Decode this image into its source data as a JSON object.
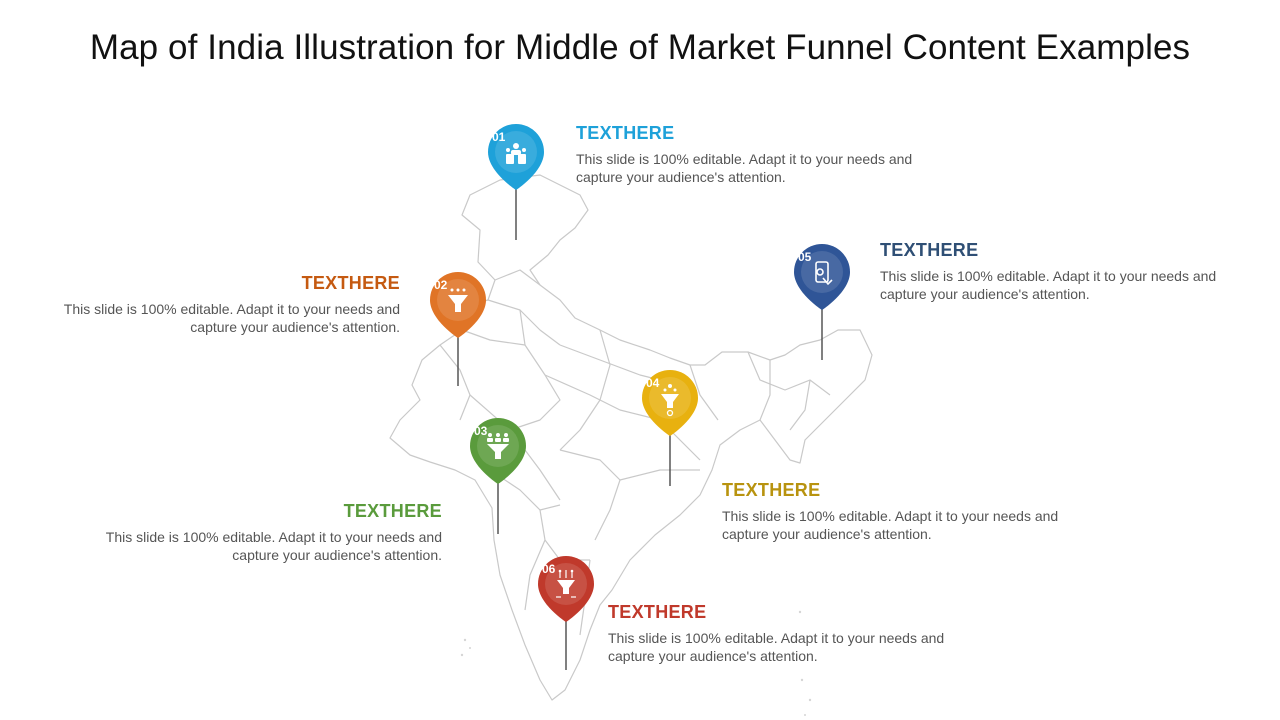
{
  "title": "Map of India Illustration for Middle of Market Funnel Content Examples",
  "items": [
    {
      "number": "01",
      "heading": "TEXTHERE",
      "text": "This slide is 100% editable. Adapt it to your needs and capture your audience's attention.",
      "color": "#1EA1D9",
      "icon": "team-docs-icon"
    },
    {
      "number": "02",
      "heading": "TEXTHERE",
      "text": "This slide is 100% editable. Adapt it to your needs and capture your audience's attention.",
      "color": "#E07426",
      "icon": "funnel-icon"
    },
    {
      "number": "03",
      "heading": "TEXTHERE",
      "text": "This slide is 100% editable. Adapt it to your needs and capture your audience's attention.",
      "color": "#5A9B3C",
      "icon": "people-funnel-icon"
    },
    {
      "number": "04",
      "heading": "TEXTHERE",
      "text": "This slide is 100% editable. Adapt it to your needs and capture your audience's attention.",
      "color": "#E8B10F",
      "icon": "coin-funnel-icon"
    },
    {
      "number": "05",
      "heading": "TEXTHERE",
      "text": "This slide is 100% editable. Adapt it to your needs and capture your audience's attention.",
      "color": "#2F5597",
      "icon": "mobile-touch-icon"
    },
    {
      "number": "06",
      "heading": "TEXTHERE",
      "text": "This slide is 100% editable. Adapt it to your needs and capture your audience's attention.",
      "color": "#C0392B",
      "icon": "circuit-funnel-icon"
    }
  ],
  "heading_colors": {
    "01": "#1EA1D9",
    "02": "#C55A11",
    "03": "#5A9B3C",
    "04": "#B8930F",
    "05": "#2F4F75",
    "06": "#C0392B"
  }
}
